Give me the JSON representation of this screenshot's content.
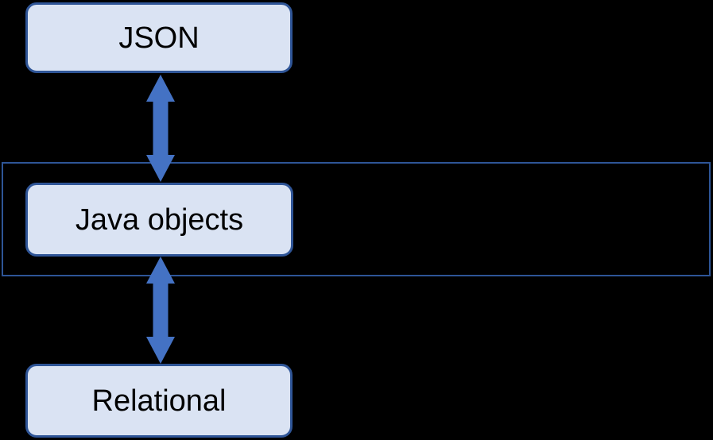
{
  "diagram": {
    "nodes": [
      {
        "id": "json",
        "label": "JSON"
      },
      {
        "id": "java-objects",
        "label": "Java objects"
      },
      {
        "id": "relational",
        "label": "Relational"
      }
    ],
    "connectors": [
      {
        "from": "json",
        "to": "java-objects",
        "style": "double-headed-vertical-arrow"
      },
      {
        "from": "java-objects",
        "to": "relational",
        "style": "double-headed-vertical-arrow"
      }
    ],
    "container": {
      "description": "outline-rectangle-around-java-objects-tier"
    },
    "colors": {
      "background": "#000000",
      "node_fill": "#dae3f3",
      "node_border": "#2f5597",
      "container_border": "#2e5597",
      "arrow": "#4472c4",
      "text": "#000000"
    }
  }
}
